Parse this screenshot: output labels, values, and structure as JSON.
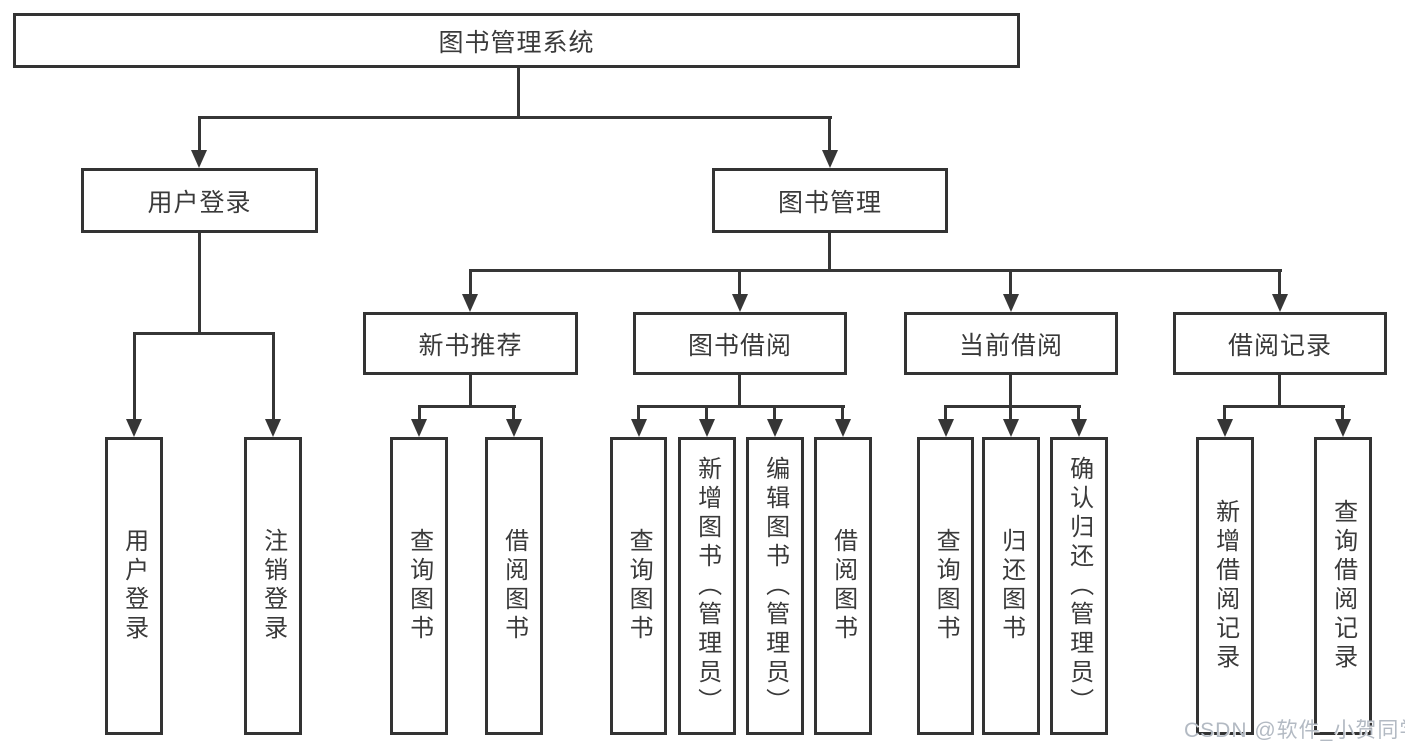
{
  "tree": {
    "root": {
      "label": "图书管理系统"
    },
    "branches": [
      {
        "label": "用户登录",
        "children": [
          {
            "label": "用户登录"
          },
          {
            "label": "注销登录"
          }
        ]
      },
      {
        "label": "图书管理",
        "children": [
          {
            "label": "新书推荐",
            "children": [
              {
                "label": "查询图书"
              },
              {
                "label": "借阅图书"
              }
            ]
          },
          {
            "label": "图书借阅",
            "children": [
              {
                "label": "查询图书"
              },
              {
                "label": "新增图书（管理员）"
              },
              {
                "label": "编辑图书（管理员）"
              },
              {
                "label": "借阅图书"
              }
            ]
          },
          {
            "label": "当前借阅",
            "children": [
              {
                "label": "查询图书"
              },
              {
                "label": "归还图书"
              },
              {
                "label": "确认归还（管理员）"
              }
            ]
          },
          {
            "label": "借阅记录",
            "children": [
              {
                "label": "新增借阅记录"
              },
              {
                "label": "查询借阅记录"
              }
            ]
          }
        ]
      }
    ]
  },
  "watermark": {
    "text": "CSDN @软件_小贺同学"
  },
  "colors": {
    "line": "#363636",
    "box_border": "#333333",
    "text": "#3a3a3a",
    "background": "#ffffff",
    "watermark": "#b3bac3"
  }
}
